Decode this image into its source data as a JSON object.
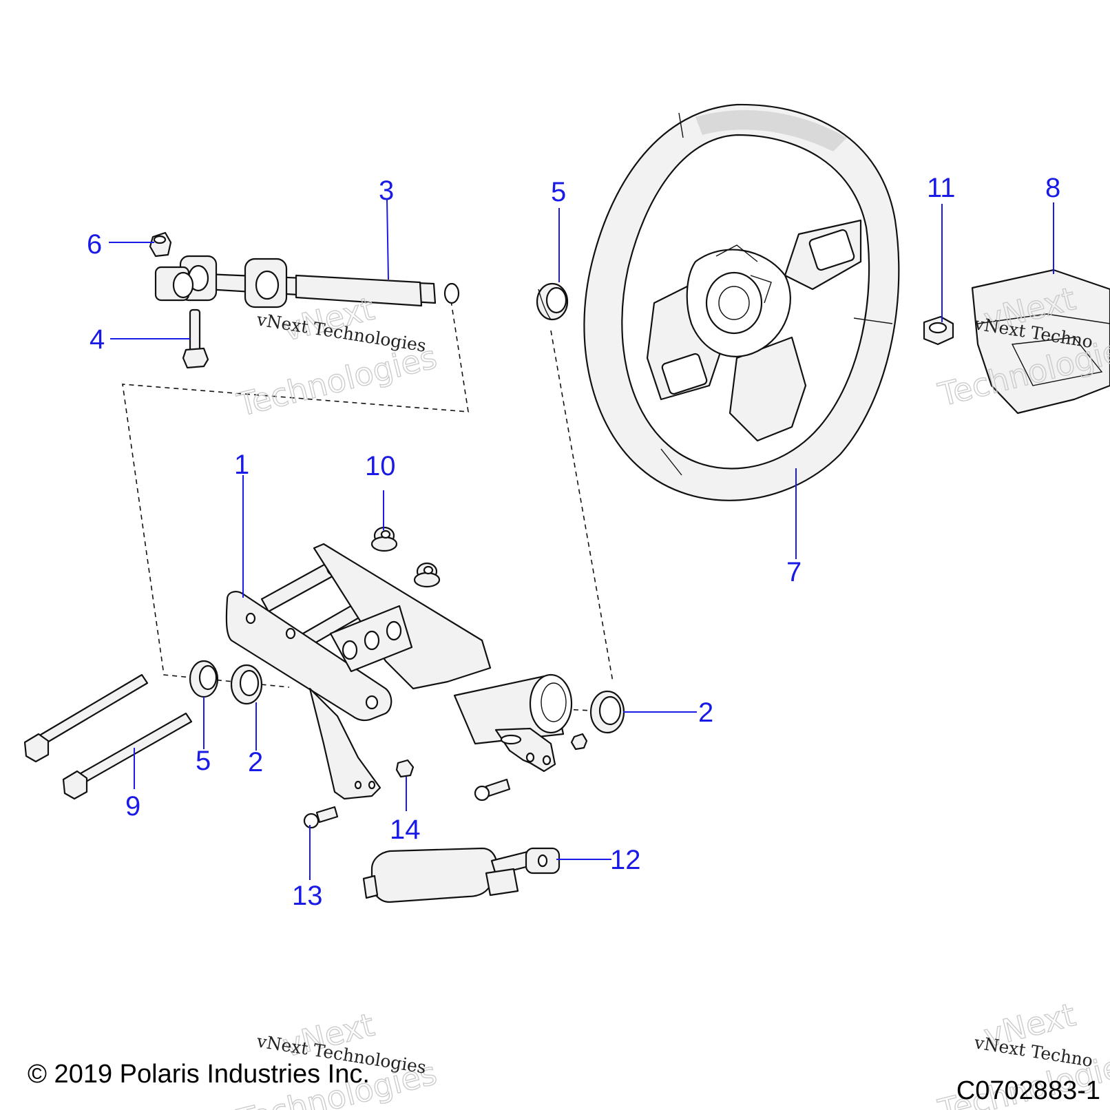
{
  "diagram": {
    "callouts": {
      "c1": "1",
      "c2a": "2",
      "c2b": "2",
      "c3": "3",
      "c4": "4",
      "c5a": "5",
      "c5b": "5",
      "c6": "6",
      "c7": "7",
      "c8": "8",
      "c9": "9",
      "c10": "10",
      "c11": "11",
      "c12": "12",
      "c13": "13",
      "c14": "14"
    },
    "watermarks": {
      "big": [
        "vNext",
        "Technologies"
      ],
      "small": "vNext Technologies",
      "small_right": "vNext Techno"
    },
    "footer": {
      "copyright": "© 2019 Polaris Industries Inc.",
      "drawing_id": "C0702883-1"
    }
  }
}
